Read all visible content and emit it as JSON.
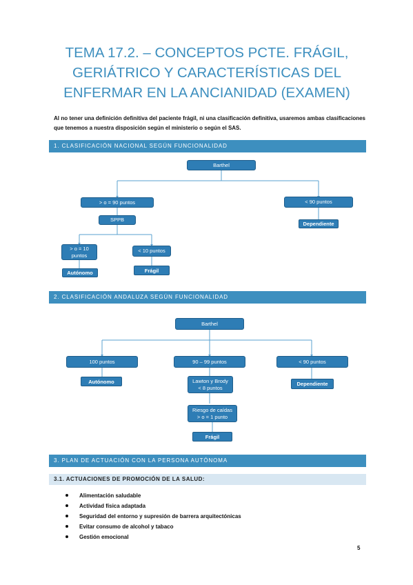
{
  "title_lines": [
    "TEMA 17.2. – CONCEPTOS PCTE. FRÁGIL,",
    "GERIÁTRICO Y CARACTERÍSTICAS DEL",
    "ENFERMAR EN LA ANCIANIDAD (EXAMEN)"
  ],
  "intro": "Al no tener una definición definitiva del paciente frágil, ni una clasificación definitiva, usaremos ambas clasificaciones que tenemos a nuestra disposición según el ministerio o según el SAS.",
  "section1": {
    "heading": "1. CLASIFICACIÓN NACIONAL SEGÚN FUNCIONALIDAD",
    "barthel": "Barthel",
    "ge90": "> o = 90 puntos",
    "lt90": "< 90 puntos",
    "dependiente": "Dependiente",
    "sppb": "SPPB",
    "ge10_line1": "> o = 10",
    "ge10_line2": "puntos",
    "lt10": "< 10 puntos",
    "autonomo": "Autónomo",
    "fragil": "Frágil"
  },
  "section2": {
    "heading": "2. CLASIFICACIÓN ANDALUZA SEGÚN FUNCIONALIDAD",
    "barthel": "Barthel",
    "p100": "100 puntos",
    "p90_99": "90 – 99 puntos",
    "lt90": "< 90 puntos",
    "autonomo": "Autónomo",
    "lawton_line1": "Lawton y Brody",
    "lawton_line2": "< 8 puntos",
    "dependiente": "Dependiente",
    "riesgo_line1": "Riesgo de caídas",
    "riesgo_line2": "> o = 1 punto",
    "fragil": "Frágil"
  },
  "section3": {
    "heading": "3. PLAN DE ACTUACIÓN CON LA PERSONA AUTÓNOMA",
    "subheading": "3.1. ACTUACIONES DE PROMOCIÓN DE LA SALUD:",
    "items": [
      "Alimentación saludable",
      "Actividad física adaptada",
      "Seguridad del entorno y supresión de barrera arquitectónicas",
      "Evitar consumo de alcohol y tabaco",
      "Gestión emocional"
    ]
  },
  "page_number": "5"
}
